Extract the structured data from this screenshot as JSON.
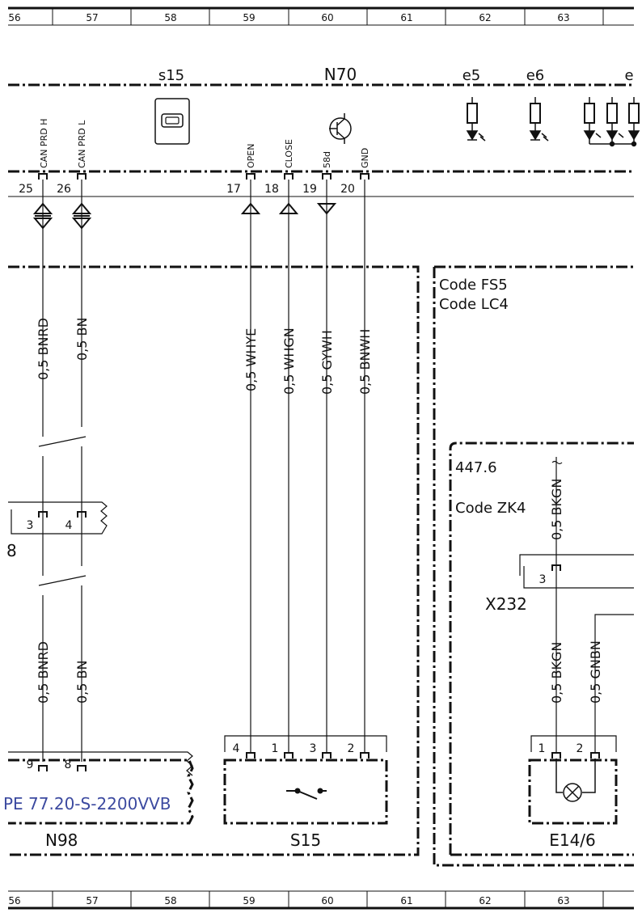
{
  "ruler": {
    "columns": [
      "56",
      "57",
      "58",
      "59",
      "60",
      "61",
      "62",
      "63"
    ]
  },
  "header": {
    "s15": "s15",
    "n70": "N70",
    "e5": "e5",
    "e6": "e6",
    "e_trunc": "e"
  },
  "signals": [
    "CAN PRD H",
    "CAN PRD L",
    "OPEN",
    "CLOSE",
    "58d",
    "GND"
  ],
  "pins": {
    "p25": "25",
    "p26": "26",
    "p17": "17",
    "p18": "18",
    "p19": "19",
    "p20": "20"
  },
  "codes": {
    "fs5": "Code FS5",
    "lc4": "Code LC4",
    "zk4": "Code ZK4",
    "ref": "447.6"
  },
  "wires_top": [
    "0,5 BNRD",
    "0,5 BN",
    "0,5 WHYE",
    "0,5 WHGN",
    "0,5 GYWH",
    "0,5 BNWH"
  ],
  "wires_bottom": [
    "0,5 BNRD",
    "0,5 BN"
  ],
  "wires_right": {
    "bkgn_top": "0,5 BKGN",
    "bkgn": "0,5 BKGN",
    "gnbn": "0,5 GNBN"
  },
  "connectors": {
    "upper": {
      "pin3": "3",
      "pin4": "4",
      "label": "8"
    },
    "x232": {
      "pin3": "3",
      "label": "X232"
    }
  },
  "components": {
    "n98": {
      "pin9": "9",
      "pin8": "8",
      "code": "PE 77.20-S-2200VVB",
      "label": "N98"
    },
    "s15": {
      "pin4": "4",
      "pin1": "1",
      "pin3": "3",
      "pin2": "2",
      "label": "S15"
    },
    "e14": {
      "pin1": "1",
      "pin2": "2",
      "label": "E14/6"
    }
  }
}
